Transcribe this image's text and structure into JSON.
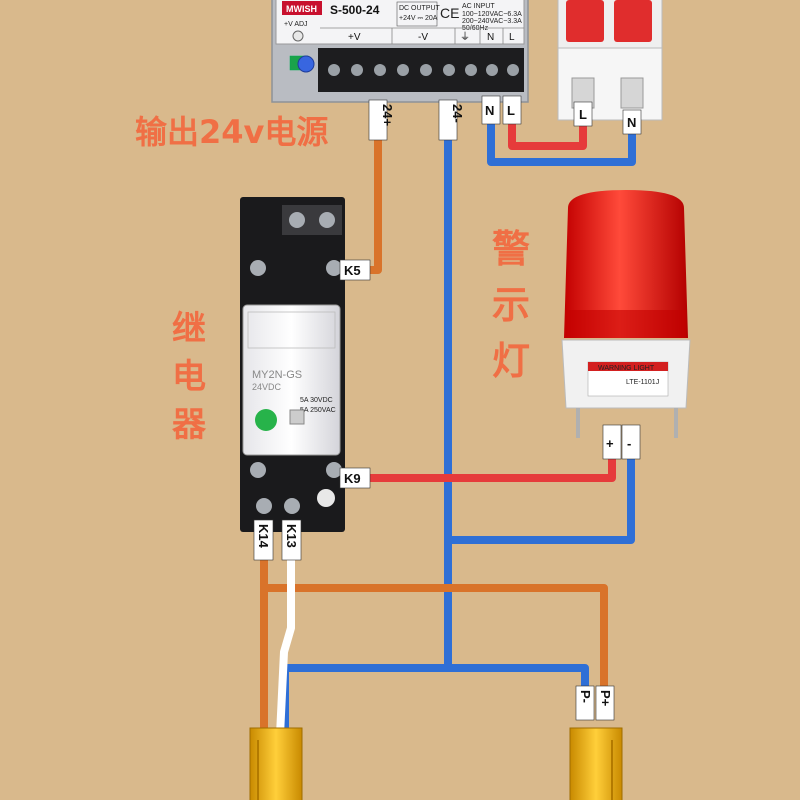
{
  "colors": {
    "background": "#d9b98c",
    "wire_orange": "#d9732a",
    "wire_blue": "#2f6fd6",
    "wire_red": "#e63b3b",
    "wire_white": "#ffffff",
    "text_accent": "#f06f45"
  },
  "power_supply": {
    "brand": "MWISH",
    "model": "S-500-24",
    "adj_label": "+V  ADJ",
    "dc_output_label": "DC OUTPUT",
    "dc_output_value": "+24V ⎓ 20A",
    "ac_input_label": "AC INPUT",
    "ac_input_line1": "100~120VAC~6.3A",
    "ac_input_line2": "200~240VAC~3.3A",
    "ac_input_line3": "50/60Hz",
    "terminal_plus_v": "+V",
    "terminal_minus_v": "-V",
    "terminal_ground": "⏚",
    "terminal_n": "N",
    "terminal_l": "L",
    "caption": "输出24v电源"
  },
  "breaker": {
    "label_l": "L",
    "label_n": "N"
  },
  "psu_wire_tags": {
    "n": "N",
    "l": "L",
    "plus": "24+",
    "minus": "24-"
  },
  "relay": {
    "caption_chars": [
      "继",
      "电",
      "器"
    ],
    "model": "MY2N-GS",
    "voltage": "24VDC",
    "rating1": "5A 30VDC",
    "rating2": "5A 250VAC",
    "k5": "K5",
    "k9": "K9",
    "k14": "K14",
    "k13": "K13"
  },
  "warning_light": {
    "caption_chars": [
      "警",
      "示",
      "灯"
    ],
    "plate_title": "WARNING LIGHT",
    "plate_model": "LTE-1101J",
    "plus": "+",
    "minus": "-"
  },
  "sensor": {
    "p_plus": "P+",
    "p_minus": "P-"
  }
}
